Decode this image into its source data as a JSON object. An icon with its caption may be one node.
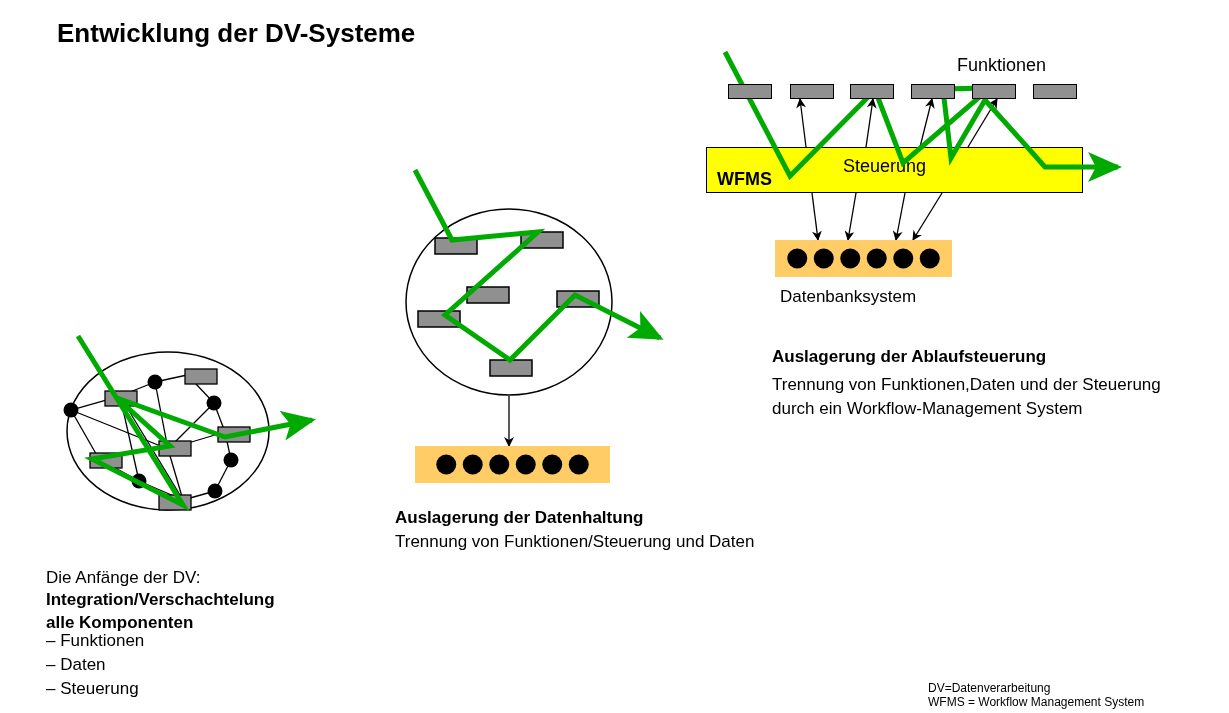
{
  "diagram": {
    "title": "Entwicklung der DV-Systeme",
    "nodes": [
      {
        "text": [],
        "shape": "box"
      },
      {
        "text": [],
        "shape": "box"
      },
      {
        "text": [],
        "shape": "box"
      },
      {
        "text": [],
        "shape": "box"
      },
      {
        "text": [],
        "shape": "box"
      },
      {
        "text": [],
        "shape": "box"
      },
      {
        "text": [
          "WFMS",
          "Steuerung"
        ]
      },
      {
        "text": [],
        "shape": "bar",
        "beside": [
          "Datenbanksystem"
        ]
      },
      {
        "text": [],
        "shape": "circle"
      },
      {
        "text": [],
        "shape": "bar"
      }
    ],
    "edges": [
      {
        "from": 6,
        "to": 1,
        "arrow": "to"
      },
      {
        "from": 6,
        "to": 2,
        "arrow": "to"
      },
      {
        "from": 6,
        "to": 3,
        "arrow": "to"
      },
      {
        "from": 6,
        "to": 4,
        "arrow": "to"
      },
      {
        "from": 6,
        "to": 7,
        "arrow": "to"
      },
      {
        "from": 6,
        "to": 7,
        "arrow": "to"
      },
      {
        "from": 6,
        "to": 7,
        "arrow": "to"
      },
      {
        "from": 6,
        "to": 7,
        "arrow": "to"
      },
      {
        "from": 8,
        "to": 9,
        "arrow": "to"
      }
    ],
    "labels": [
      "Funktionen",
      "Auslagerung der Ablaufsteuerung",
      "Trennung von Funktionen,Daten und der Steuerung durch ein Workflow-Management System",
      "Auslagerung der Datenhaltung",
      "Trennung von Funktionen/Steuerung und Daten",
      "Die Anfänge der DV:",
      "Integration/Verschachtelung alle Komponenten",
      "– Funktionen",
      "– Daten",
      "– Steuerung",
      "DV=Datenverarbeitung",
      "WFMS = Workflow Management System"
    ]
  }
}
